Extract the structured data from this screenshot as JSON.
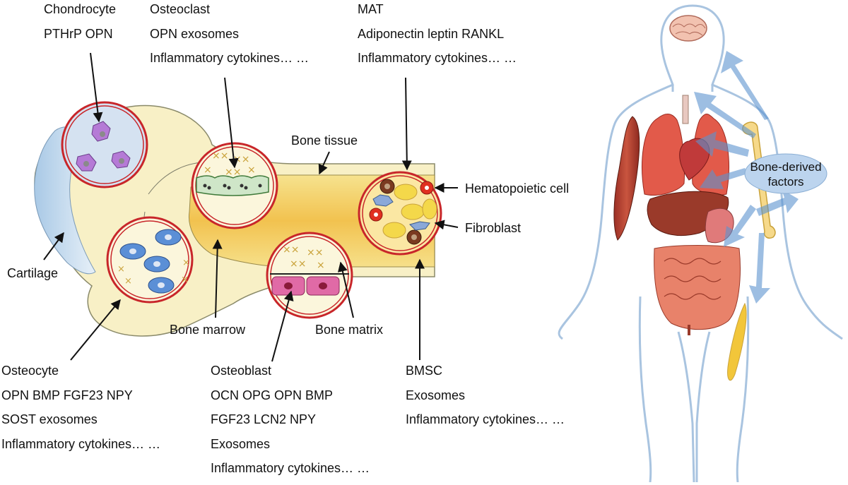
{
  "cell_blocks": {
    "chondrocyte": [
      "Chondrocyte",
      "PTHrP  OPN"
    ],
    "osteoclast": [
      "Osteoclast",
      "OPN  exosomes",
      "Inflammatory cytokines… …"
    ],
    "mat": [
      "MAT",
      "Adiponectin  leptin RANKL",
      "Inflammatory cytokines… …"
    ],
    "osteocyte": [
      "Osteocyte",
      "OPN  BMP  FGF23  NPY",
      "SOST  exosomes",
      "Inflammatory cytokines… …"
    ],
    "osteoblast": [
      "Osteoblast",
      "OCN  OPG  OPN  BMP",
      "FGF23   LCN2  NPY",
      "Exosomes",
      "Inflammatory cytokines… …"
    ],
    "bmsc": [
      "BMSC",
      "Exosomes",
      "Inflammatory cytokines… …"
    ]
  },
  "structure_labels": {
    "bone_tissue": "Bone tissue",
    "hematopoietic_cell": "Hematopoietic cell",
    "fibroblast": "Fibroblast",
    "cartilage": "Cartilage",
    "bone_marrow": "Bone marrow",
    "bone_matrix": "Bone matrix"
  },
  "body_panel": {
    "factors_label": [
      "Bone-derived",
      "factors"
    ]
  },
  "colors": {
    "bone": "#f7efc4",
    "marrow": "#f3c860",
    "cartilage": "#d6e6f3",
    "circle_ring": "#c8262a",
    "osteoclast_cell": "#b57ad6",
    "osteocyte_cell": "#5b8fd6",
    "osteoblast_cell": "#e06aa6",
    "arrow_blue": "#5b93cf",
    "body_outline": "#a9c4e0"
  }
}
